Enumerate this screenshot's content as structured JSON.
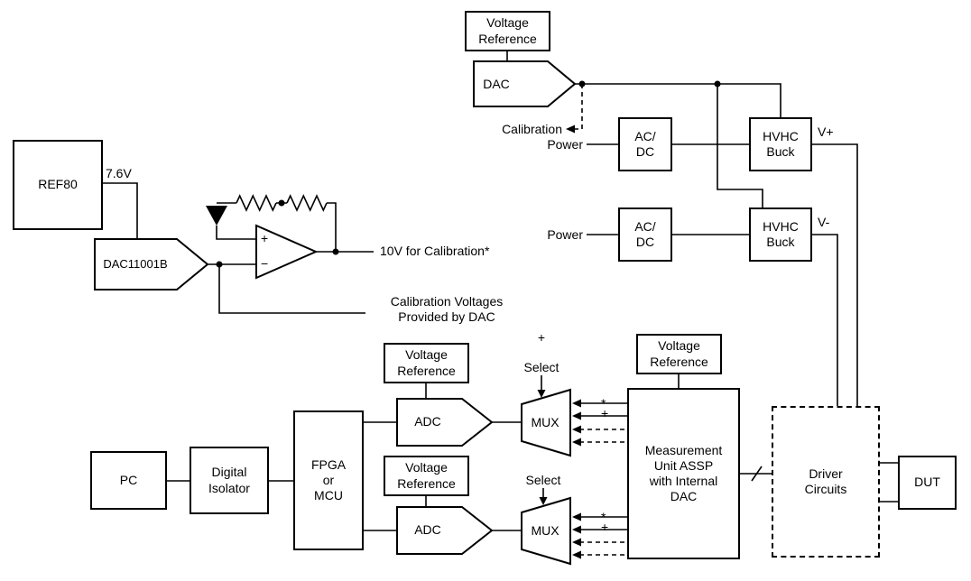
{
  "top_section": {
    "voltage_reference": "Voltage\nReference",
    "dac": "DAC",
    "calibration": "Calibration",
    "power_1": "Power",
    "power_2": "Power",
    "ac_dc_1": "AC/\nDC",
    "ac_dc_2": "AC/\nDC",
    "hvhc_buck_1": "HVHC\nBuck",
    "hvhc_buck_2": "HVHC\nBuck",
    "v_plus": "V+",
    "v_minus": "V-"
  },
  "reference_section": {
    "ref80": "REF80",
    "voltage_7_6": "7.6V",
    "dac11001b": "DAC11001B",
    "opamp_plus": "+",
    "opamp_minus": "−",
    "output_10v": "10V for Calibration*",
    "calibration_voltages": "Calibration Voltages\nProvided by DAC"
  },
  "bottom_section": {
    "pc": "PC",
    "digital_isolator": "Digital\nIsolator",
    "fpga_mcu": "FPGA\nor\nMCU",
    "voltage_reference_1": "Voltage\nReference",
    "voltage_reference_2": "Voltage\nReference",
    "adc_1": "ADC",
    "adc_2": "ADC",
    "mux_1": "MUX",
    "mux_2": "MUX",
    "select_1": "Select",
    "select_2": "Select",
    "mux1_top_plus": "+",
    "mux1_input_star": "*",
    "mux1_input_plus": "+",
    "mux2_input_star": "*",
    "mux2_input_plus": "+"
  },
  "measurement_section": {
    "voltage_reference": "Voltage\nReference",
    "measurement_unit": "Measurement\nUnit ASSP\nwith Internal\nDAC",
    "driver_circuits": "Driver\nCircuits",
    "dut": "DUT"
  }
}
